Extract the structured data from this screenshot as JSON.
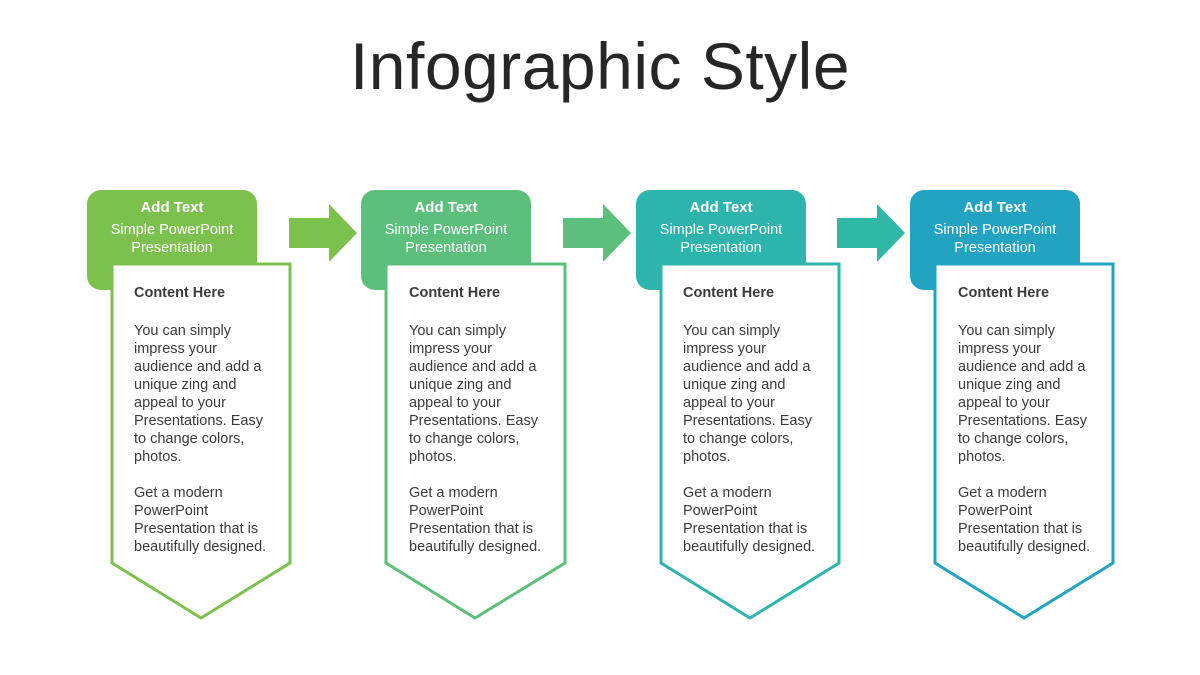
{
  "title": "Infographic Style",
  "steps": [
    {
      "header_title": "Add Text",
      "header_sub": "Simple PowerPoint Presentation",
      "content_title": "Content  Here",
      "paragraph1": "You can simply impress your audience and add a unique zing and appeal to your Presentations. Easy to change colors, photos.",
      "paragraph2": "Get a modern PowerPoint Presentation that is beautifully designed.",
      "color": "#7cc04e"
    },
    {
      "header_title": "Add Text",
      "header_sub": "Simple PowerPoint Presentation",
      "content_title": "Content  Here",
      "paragraph1": "You can simply impress your audience and add a unique zing and appeal to your Presentations. Easy to change colors, photos.",
      "paragraph2": "Get a modern PowerPoint Presentation that is beautifully designed.",
      "color": "#5cbf7c"
    },
    {
      "header_title": "Add Text",
      "header_sub": "Simple PowerPoint Presentation",
      "content_title": "Content  Here",
      "paragraph1": "You can simply impress your audience and add a unique zing and appeal to your Presentations. Easy to change colors, photos.",
      "paragraph2": "Get a modern PowerPoint Presentation that is beautifully designed.",
      "color": "#2db5ad"
    },
    {
      "header_title": "Add Text",
      "header_sub": "Simple PowerPoint Presentation",
      "content_title": "Content  Here",
      "paragraph1": "You can simply impress your audience and add a unique zing and appeal to your Presentations. Easy to change colors, photos.",
      "paragraph2": "Get a modern PowerPoint Presentation that is beautifully designed.",
      "color": "#23a3c2"
    }
  ],
  "arrow_colors": [
    "#7cc04e",
    "#5cbf7c",
    "#30b8a6"
  ]
}
